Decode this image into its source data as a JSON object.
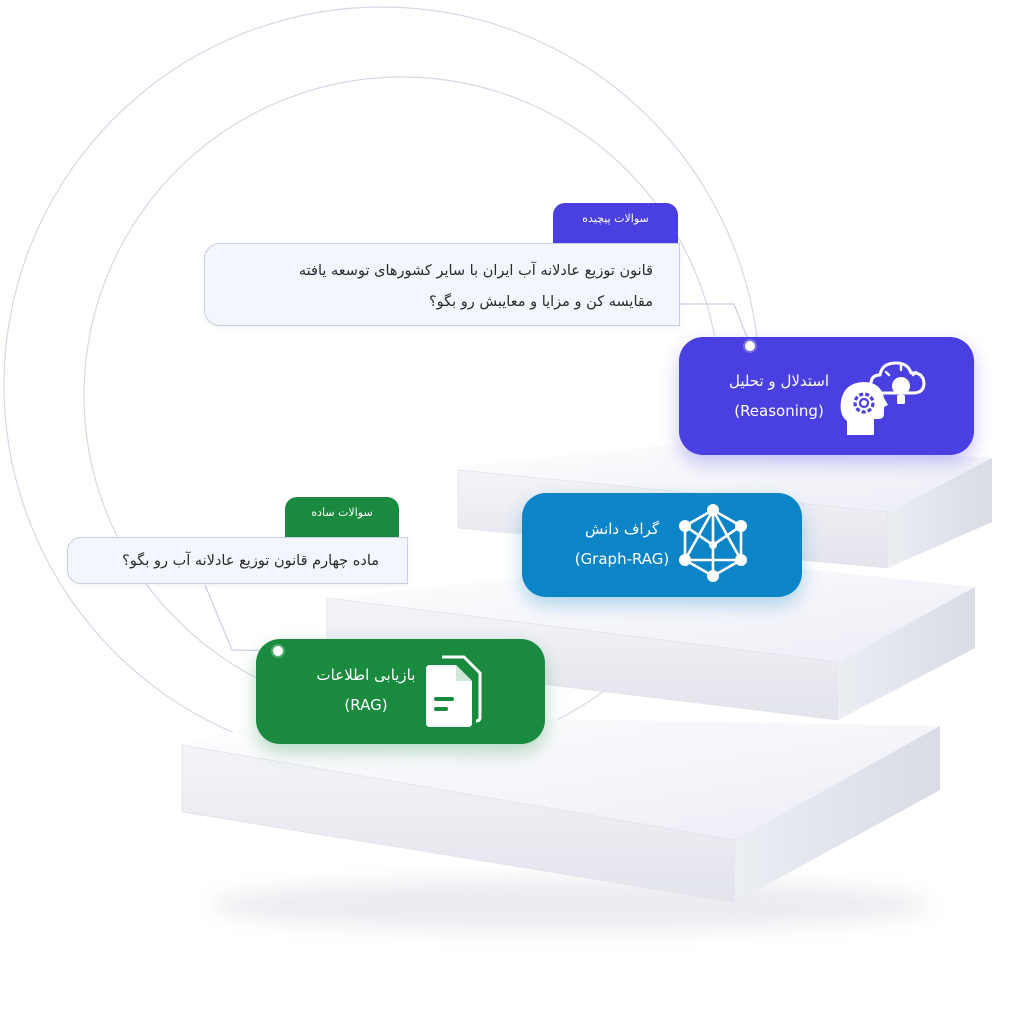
{
  "tags": {
    "complex": "سوالات پیچیده",
    "simple": "سوالات ساده"
  },
  "bubbles": {
    "complex_line1": "قانون توزیع عادلانه  آب ایران با سایر کشورهای توسعه یافته",
    "complex_line2": "مقایسه کن و مزایا و معایبش رو بگو؟",
    "simple": "ماده چهارم قانون توزیع عادلانه  آب رو بگو؟"
  },
  "cards": {
    "reasoning": {
      "title": "استدلال و تحلیل",
      "subtitle": "(Reasoning)",
      "icon": "head-gear-lightbulb-icon",
      "color": "#4a3fe0"
    },
    "graph": {
      "title": "گراف دانش",
      "subtitle": "(Graph-RAG)",
      "icon": "graph-network-icon",
      "color": "#0b84c8"
    },
    "rag": {
      "title": "بازیابی اطلاعات",
      "subtitle": "(RAG)",
      "icon": "documents-icon",
      "color": "#1a8a3f"
    }
  }
}
